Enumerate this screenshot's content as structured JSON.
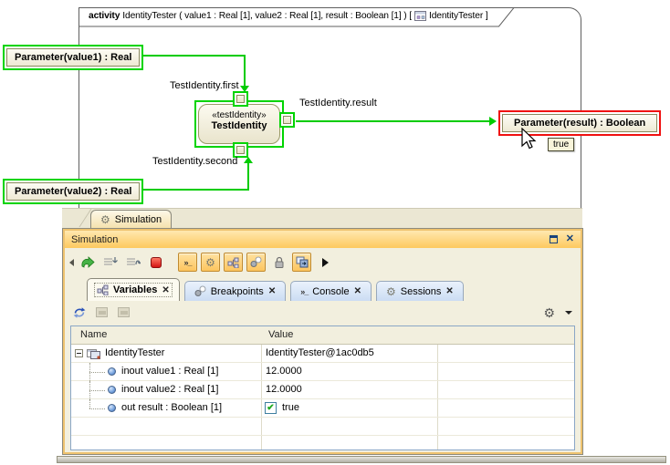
{
  "colors": {
    "selection_green": "#00d400",
    "selection_red": "#f01010",
    "flow_green": "#00cc00",
    "titlebar_orange": "#fdc95f",
    "inactive_tab_blue": "#cbdcf3"
  },
  "icons": {
    "gear": "⚙",
    "close": "✕",
    "tab_close": "✕",
    "caret_down": "▾",
    "console_glyph": "»_",
    "check": "✔"
  },
  "diagram": {
    "frame": {
      "keyword": "activity",
      "signature": "IdentityTester ( value1 : Real [1], value2 : Real [1], result : Boolean [1] ) [",
      "ref_name": "IdentityTester ]"
    },
    "params": {
      "value1": "Parameter(value1) : Real",
      "value2": "Parameter(value2) : Real",
      "result": "Parameter(result) : Boolean"
    },
    "node": {
      "stereotype": "«testIdentity»",
      "name": "TestIdentity"
    },
    "pin_labels": {
      "first": "TestIdentity.first",
      "second": "TestIdentity.second",
      "result": "TestIdentity.result"
    },
    "tooltip": "true"
  },
  "sim": {
    "dock_tab": "Simulation",
    "title": "Simulation",
    "tabs": [
      {
        "label": "Variables"
      },
      {
        "label": "Breakpoints"
      },
      {
        "label": "Console"
      },
      {
        "label": "Sessions"
      }
    ],
    "table": {
      "columns": [
        "Name",
        "Value"
      ],
      "rows": [
        {
          "name": "IdentityTester",
          "value": "IdentityTester@1ac0db5"
        },
        {
          "name": "inout value1 : Real [1]",
          "value": "12.0000"
        },
        {
          "name": "inout value2 : Real [1]",
          "value": "12.0000"
        },
        {
          "name": "out result : Boolean [1]",
          "value": "true"
        }
      ]
    }
  }
}
